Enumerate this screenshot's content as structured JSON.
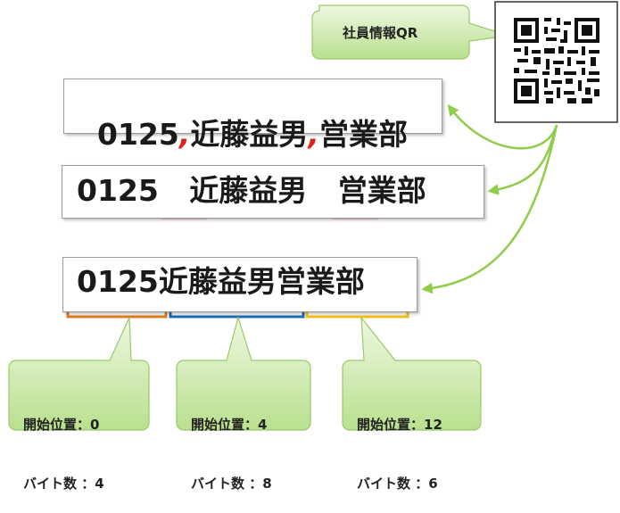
{
  "qr_label": "社員情報QR",
  "rows": {
    "csv": {
      "id": "0125",
      "sep1": ",",
      "name": "近藤益男",
      "sep2": ",",
      "dept": "営業部"
    },
    "fixed_spaced": {
      "text": "0125   近藤益男   営業部"
    },
    "fixed": {
      "text": "0125近藤益男営業部"
    }
  },
  "callouts": [
    {
      "start_label": "開始位置：0",
      "bytes_label": "バイト数 ：4"
    },
    {
      "start_label": "開始位置：4",
      "bytes_label": "バイト数 ：8"
    },
    {
      "start_label": "開始位置：12",
      "bytes_label": "バイト数 ：6"
    }
  ],
  "colors": {
    "comma": "#e0211a",
    "bracket_gap": "#e0211a",
    "bracket_1": "#e07b1a",
    "bracket_2": "#1e6bb8",
    "bracket_3": "#f2c01e",
    "arrow": "#8fcd4a",
    "callout_fill": "#c4e8a0",
    "callout_stroke": "#9ac96a"
  }
}
